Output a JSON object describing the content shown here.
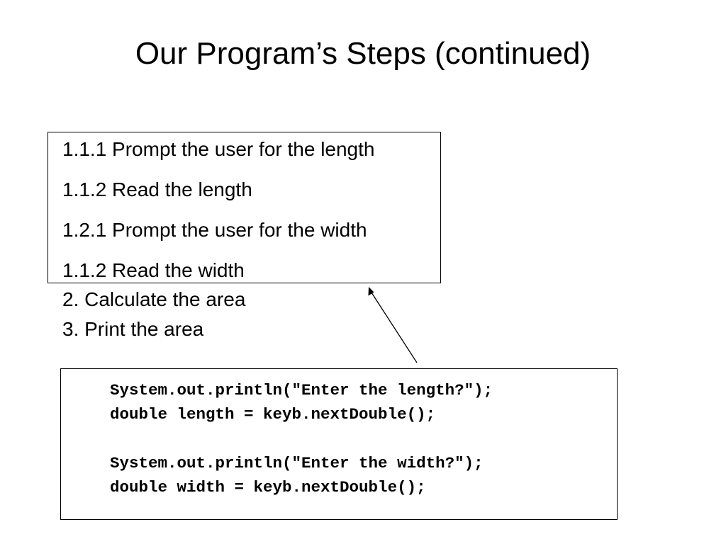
{
  "slide": {
    "title": "Our Program’s Steps (continued)"
  },
  "steps": [
    "1.1.1 Prompt the user for the length",
    "1.1.2 Read the length",
    "1.2.1 Prompt the user for the width",
    "1.1.2 Read the width",
    "2. Calculate the area",
    "3. Print the area"
  ],
  "code": [
    "System.out.println(\"Enter the length?\");",
    "double length = keyb.nextDouble();",
    "System.out.println(\"Enter the width?\");",
    "double width = keyb.nextDouble();"
  ]
}
